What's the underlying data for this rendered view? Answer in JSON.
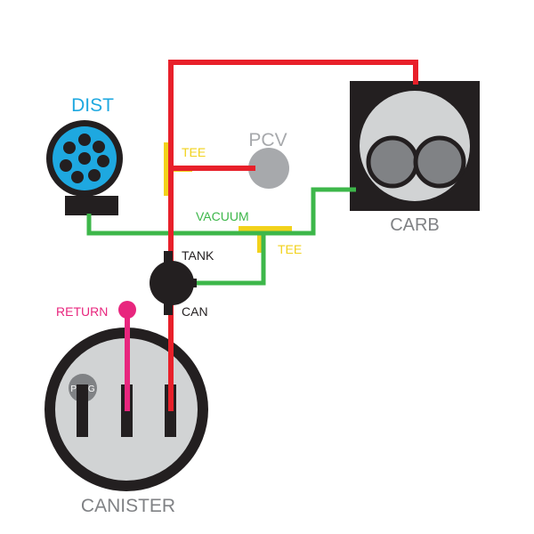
{
  "labels": {
    "dist": "DIST",
    "pcv": "PCV",
    "carb": "CARB",
    "tee_top": "TEE",
    "tee_vacuum": "TEE",
    "vacuum": "VACUUM",
    "tank": "TANK",
    "can": "CAN",
    "return": "RETURN",
    "plug": "PLUG",
    "canister": "CANISTER"
  },
  "colors": {
    "fuel_line": "#e8202a",
    "vacuum_line": "#3db74a",
    "return_line": "#e8267e",
    "tee": "#f2d21b",
    "dist_blue": "#1ea8e0",
    "body_black": "#231f20",
    "component_gray": "#a7a9ac",
    "canister_fill": "#d1d3d4",
    "label_gray": "#808285"
  }
}
